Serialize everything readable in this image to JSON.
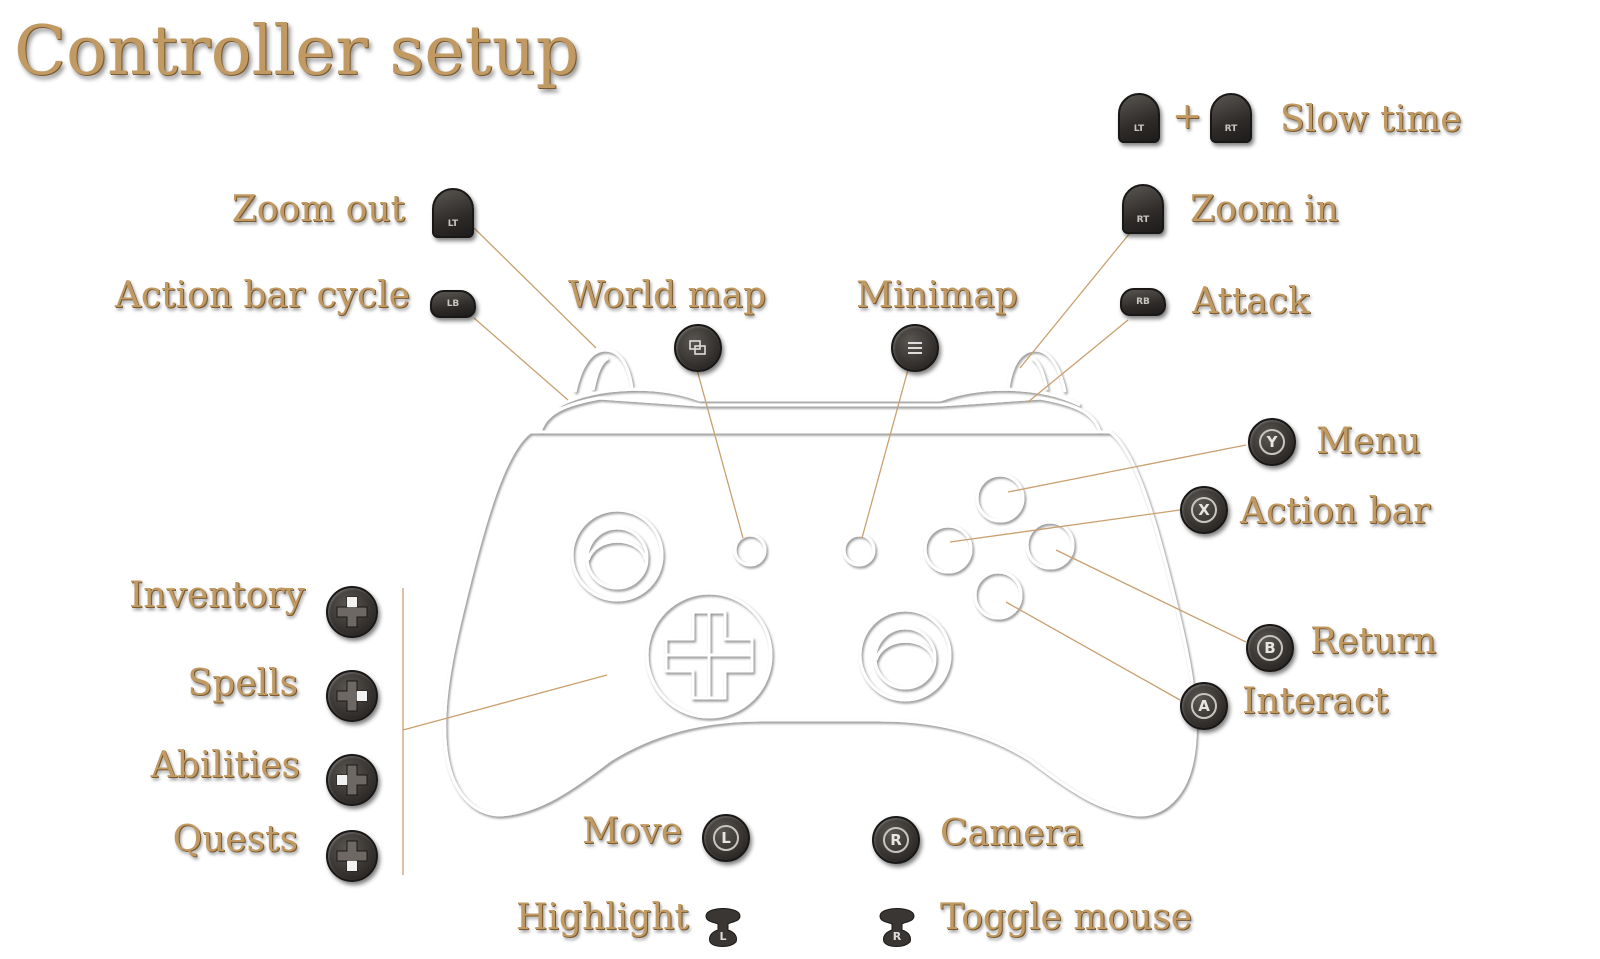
{
  "title": "Controller setup",
  "bindings": {
    "slow_time": {
      "label": "Slow time",
      "icons": [
        "LT",
        "RT"
      ],
      "joiner": "+"
    },
    "zoom_out": {
      "label": "Zoom out",
      "icon": "LT"
    },
    "zoom_in": {
      "label": "Zoom in",
      "icon": "RT"
    },
    "action_bar_cycle": {
      "label": "Action bar cycle",
      "icon": "LB"
    },
    "attack": {
      "label": "Attack",
      "icon": "RB"
    },
    "world_map": {
      "label": "World map",
      "icon": "view-button-icon"
    },
    "minimap": {
      "label": "Minimap",
      "icon": "menu-button-icon"
    },
    "menu": {
      "label": "Menu",
      "icon": "Y"
    },
    "action_bar": {
      "label": "Action bar",
      "icon": "X"
    },
    "return": {
      "label": "Return",
      "icon": "B"
    },
    "interact": {
      "label": "Interact",
      "icon": "A"
    },
    "inventory": {
      "label": "Inventory",
      "icon": "dpad-up-icon"
    },
    "spells": {
      "label": "Spells",
      "icon": "dpad-right-icon"
    },
    "abilities": {
      "label": "Abilities",
      "icon": "dpad-left-icon"
    },
    "quests": {
      "label": "Quests",
      "icon": "dpad-down-icon"
    },
    "move": {
      "label": "Move",
      "icon": "L"
    },
    "camera": {
      "label": "Camera",
      "icon": "R"
    },
    "highlight": {
      "label": "Highlight",
      "icon": "L"
    },
    "toggle_mouse": {
      "label": "Toggle mouse",
      "icon": "R"
    }
  },
  "colors": {
    "label": "#c09a62",
    "button": "#2e2b29",
    "outline": "#d9d9d9",
    "leader": "#c9a070"
  }
}
